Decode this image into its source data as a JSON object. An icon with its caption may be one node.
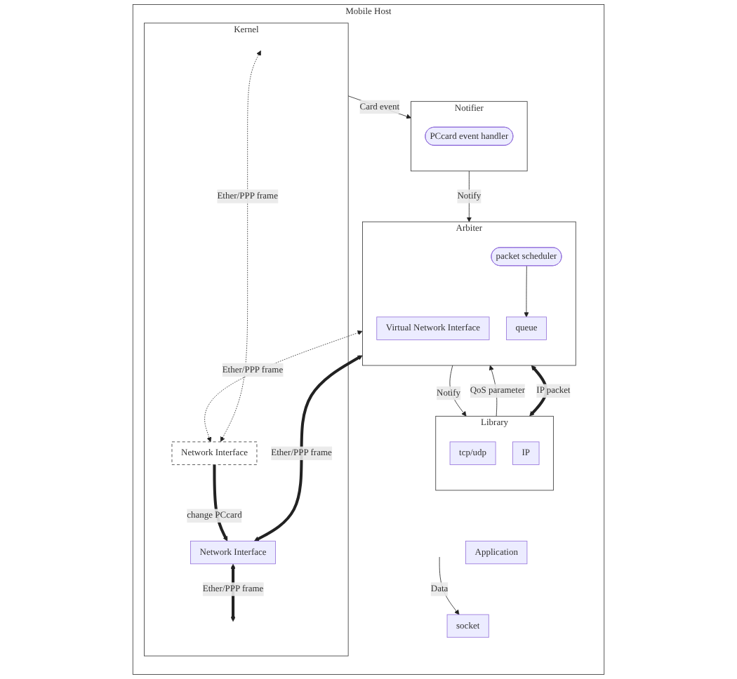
{
  "diagram": {
    "nodes": [
      {
        "text": [
          "Mobile Host"
        ]
      },
      {
        "text": [
          "Application"
        ],
        "in": 0
      },
      {
        "text": [
          "Library"
        ],
        "in": 0
      },
      {
        "text": [
          "socket"
        ],
        "in": 0
      },
      {
        "text": [
          "tcp/udp"
        ],
        "in": 2
      },
      {
        "text": [
          "IP"
        ],
        "in": 2
      },
      {
        "text": [
          "Arbiter"
        ],
        "in": 0
      },
      {
        "text": [
          "Virtual Network Interface"
        ],
        "in": 6
      },
      {
        "text": [
          "packet scheduler"
        ],
        "in": 6
      },
      {
        "text": [
          "queue"
        ],
        "in": 6
      },
      {
        "text": [
          "Notifier"
        ],
        "in": 0
      },
      {
        "text": [
          "PCcard event handler"
        ],
        "in": 10
      },
      {
        "text": [
          "Kernel"
        ],
        "in": 0
      },
      {
        "text": [
          "Network Interface"
        ],
        "in": 12
      },
      {
        "text": [
          "Network Interface"
        ],
        "in": 12
      }
    ],
    "edges": [
      {
        "from": null,
        "to": 3,
        "arrow": "to",
        "label": "Data"
      },
      {
        "from": 6,
        "to": 2,
        "arrow": "to",
        "label": "Notify"
      },
      {
        "from": 2,
        "to": 6,
        "arrow": "to",
        "label": "QoS parameter"
      },
      {
        "from": 2,
        "to": 6,
        "arrow": "both",
        "label": "IP packet",
        "style": "thick"
      },
      {
        "from": 8,
        "to": 9,
        "arrow": "to"
      },
      {
        "from": 10,
        "to": 6,
        "arrow": "to",
        "label": "Notify"
      },
      {
        "from": 12,
        "to": 10,
        "arrow": "to",
        "label": "Card event"
      },
      {
        "from": 6,
        "to": 13,
        "arrow": "both",
        "label": "Ether/PPP frame",
        "style": "dashed"
      },
      {
        "from": 6,
        "to": 14,
        "arrow": "both",
        "label": "Ether/PPP frame",
        "style": "thick"
      },
      {
        "from": 13,
        "to": 14,
        "arrow": "to",
        "label": "change PCcard",
        "style": "thick"
      },
      {
        "from": 13,
        "to": null,
        "arrow": "both",
        "label": "Ether/PPP frame",
        "style": "dashed"
      },
      {
        "from": 14,
        "to": null,
        "arrow": "both",
        "label": "Ether/PPP frame",
        "style": "thick"
      }
    ]
  }
}
